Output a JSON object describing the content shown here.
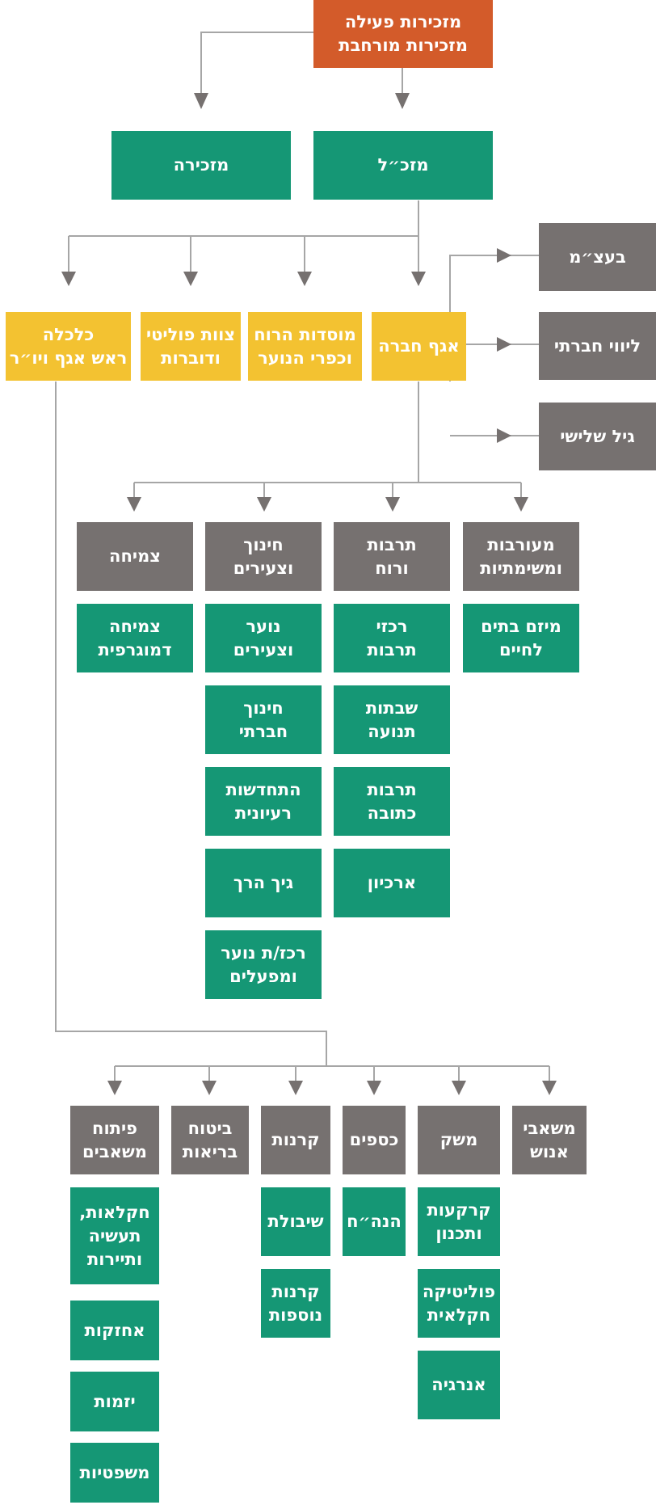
{
  "colors": {
    "orange": "#d35b2a",
    "green": "#159775",
    "yellow": "#f3c231",
    "gray": "#767170",
    "connector": "#a6a6a6",
    "arrow": "#767170"
  },
  "top": {
    "secretariat": {
      "line1": "מזכירות פעילה",
      "line2": "מזכירות מורחבת"
    },
    "mazkal": "מזכ״ל",
    "mazkira": "מזכירה"
  },
  "level2": {
    "social_dept": "אגף חברה",
    "institutions": {
      "line1": "מוסדות הרוח",
      "line2": "וכפרי הנוער"
    },
    "political": {
      "line1": "צוות פוליטי",
      "line2": "ודוברות"
    },
    "economy": {
      "line1": "כלכלה",
      "line2": "ראש אגף ויו״ר"
    }
  },
  "side": {
    "betzam": "בעצ״מ",
    "social_support": "ליווי חברתי",
    "third_age": "גיל שלישי"
  },
  "social_units": {
    "involvement": {
      "header": {
        "line1": "מעורבות",
        "line2": "ומשימתיות"
      },
      "items": [
        {
          "line1": "מיזם בתים",
          "line2": "לחיים"
        }
      ]
    },
    "culture": {
      "header": {
        "line1": "תרבות",
        "line2": "ורוח"
      },
      "items": [
        {
          "line1": "רכזי",
          "line2": "תרבות"
        },
        {
          "line1": "שבתות",
          "line2": "תנועה"
        },
        {
          "line1": "תרבות",
          "line2": "כתובה"
        },
        {
          "line1": "ארכיון"
        }
      ]
    },
    "education": {
      "header": {
        "line1": "חינוך",
        "line2": "וצעירים"
      },
      "items": [
        {
          "line1": "נוער",
          "line2": "וצעירים"
        },
        {
          "line1": "חינוך",
          "line2": "חברתי"
        },
        {
          "line1": "התחדשות",
          "line2": "רעיונית"
        },
        {
          "line1": "גיך הרך"
        },
        {
          "line1": "רכז/ת נוער",
          "line2": "ומפעלים"
        }
      ]
    },
    "growth": {
      "header": {
        "line1": "צמיחה"
      },
      "items": [
        {
          "line1": "צמיחה",
          "line2": "דמוגרפית"
        }
      ]
    }
  },
  "economy_units": {
    "hr": {
      "header": {
        "line1": "משאבי",
        "line2": "אנוש"
      },
      "items": []
    },
    "economy": {
      "header": {
        "line1": "משק"
      },
      "items": [
        {
          "line1": "קרקעות",
          "line2": "ותכנון"
        },
        {
          "line1": "פוליטיקה",
          "line2": "חקלאית"
        },
        {
          "line1": "אנרגיה"
        }
      ]
    },
    "finance": {
      "header": {
        "line1": "כספים"
      },
      "items": [
        {
          "line1": "הנה״ח"
        }
      ]
    },
    "funds": {
      "header": {
        "line1": "קרנות"
      },
      "items": [
        {
          "line1": "שיבולת"
        },
        {
          "line1": "קרנות",
          "line2": "נוספות"
        }
      ]
    },
    "health": {
      "header": {
        "line1": "ביטוח",
        "line2": "בריאות"
      },
      "items": []
    },
    "resources": {
      "header": {
        "line1": "פיתוח",
        "line2": "משאבים"
      },
      "items": [
        {
          "line1": "חקלאות,",
          "line2": "תעשיה",
          "line3": "ותיירות"
        },
        {
          "line1": "אחזקות"
        },
        {
          "line1": "יזמות"
        },
        {
          "line1": "משפטיות"
        }
      ]
    }
  }
}
